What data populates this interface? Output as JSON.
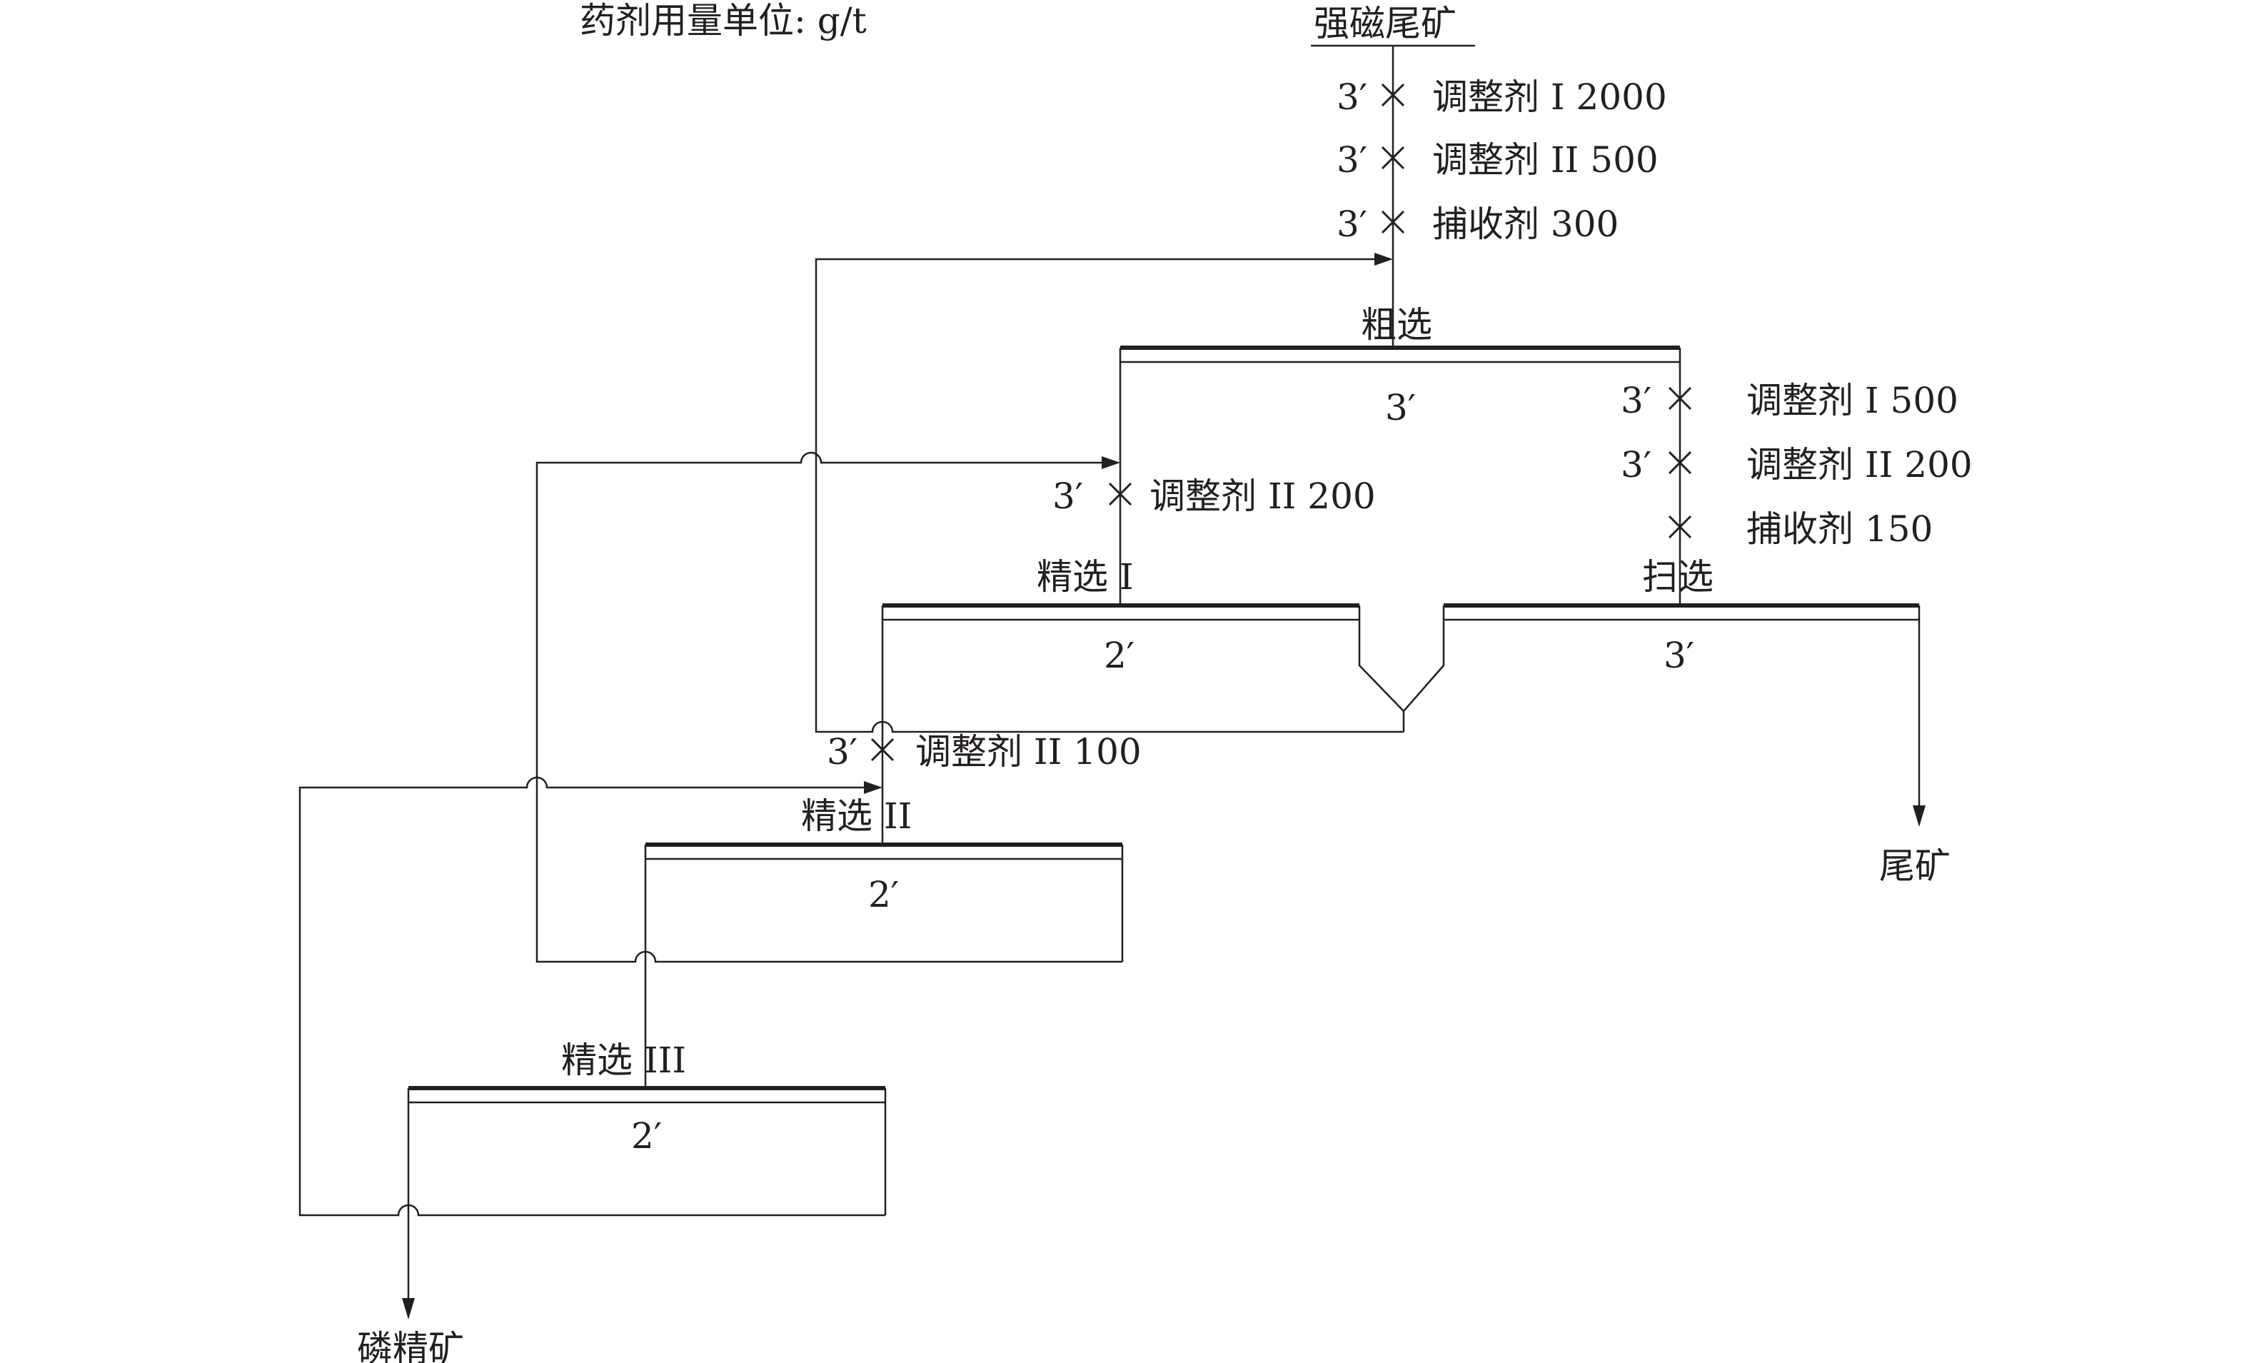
{
  "unit_note": "药剂用量单位: g/t",
  "feed": "强磁尾矿",
  "time_3": "3′",
  "time_2": "2′",
  "roughing": {
    "label": "粗选",
    "time": "3′",
    "reagents": [
      {
        "time": "3′",
        "text": "调整剂 I 2000"
      },
      {
        "time": "3′",
        "text": "调整剂 II 500"
      },
      {
        "time": "3′",
        "text": "捕收剂 300"
      }
    ]
  },
  "scavenging": {
    "label": "扫选",
    "time": "3′",
    "reagents": [
      {
        "time": "3′",
        "text": "调整剂 I 500"
      },
      {
        "time": "3′",
        "text": "调整剂 II 200"
      },
      {
        "time": "",
        "text": "捕收剂 150"
      }
    ]
  },
  "cleaning1": {
    "label": "精选 I",
    "time": "2′",
    "reagent": {
      "time": "3′",
      "text": "调整剂 II 200"
    }
  },
  "cleaning2": {
    "label": "精选 II",
    "time": "2′",
    "reagent": {
      "time": "3′",
      "text": "调整剂 II 100"
    }
  },
  "cleaning3": {
    "label": "精选 III",
    "time": "2′"
  },
  "tailings": "尾矿",
  "concentrate": "磷精矿"
}
